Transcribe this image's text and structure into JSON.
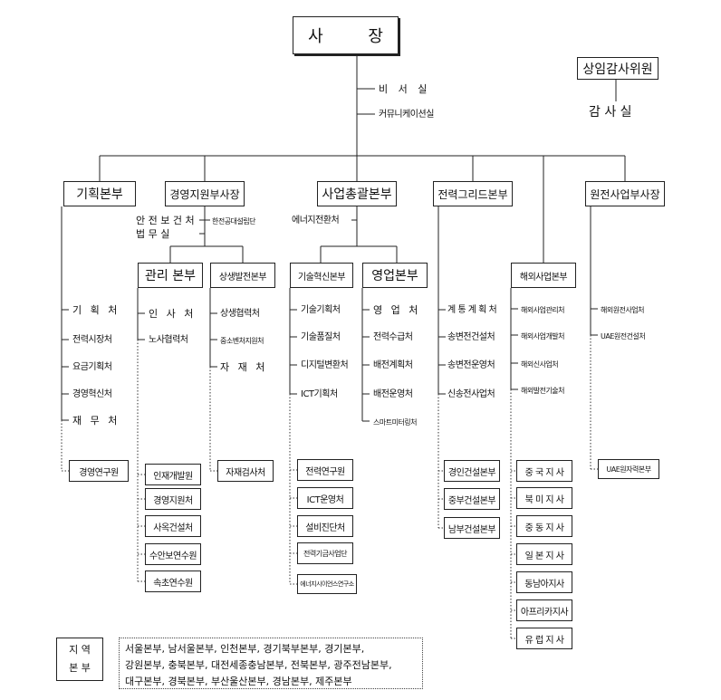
{
  "top": {
    "ceo": "사  장",
    "audit_committee": "상임감사위원",
    "audit_office": "감 사 실"
  },
  "staff": {
    "secretary": "비 서 실",
    "communication": "커뮤니케이션실"
  },
  "divisions": [
    "기획본부",
    "경영지원부사장",
    "사업총괄본부",
    "전력그리드본부",
    "원전사업부사장"
  ],
  "planning": {
    "depts": [
      "기 획 처",
      "전력시장처",
      "요금기획처",
      "경영혁신처",
      "재 무 처"
    ],
    "institute": "경영연구원"
  },
  "management": {
    "direct": [
      "안 전 보 건 처",
      "법   무   실"
    ],
    "direct_side": "한전공대설립단",
    "admin": {
      "title": "관리 본부",
      "depts": [
        "인 사 처",
        "노사협력처"
      ],
      "units": [
        "인재개발원",
        "경영지원처",
        "사옥건설처",
        "수안보연수원",
        "속초연수원"
      ]
    },
    "coexist": {
      "title": "상생발전본부",
      "depts": [
        "상생협력처",
        "중소벤처지원처",
        "자 재 처"
      ],
      "units": [
        "자재검사처"
      ]
    }
  },
  "business": {
    "direct": "에너지전환처",
    "tech": {
      "title": "기술혁신본부",
      "depts": [
        "기술기획처",
        "기술품질처",
        "디지털변환처",
        "ICT기획처"
      ],
      "units": [
        "전력연구원",
        "ICT운영처",
        "설비진단처",
        "전력기금사업단",
        "에너지시이언스연구소"
      ]
    },
    "sales": {
      "title": "영업본부",
      "depts": [
        "영 업 처",
        "전력수급처",
        "배전계획처",
        "배전운영처",
        "스마트미터링처"
      ]
    }
  },
  "grid": {
    "depts": [
      "계 통 계 획 처",
      "송변전건설처",
      "송변전운영처",
      "신송전사업처"
    ],
    "units": [
      "경인건설본부",
      "중부건설본부",
      "남부건설본부"
    ]
  },
  "nuclear": {
    "overseas": {
      "title": "해외사업본부",
      "depts": [
        "해외사업관리처",
        "해외사업개발처",
        "해외신사업처",
        "해외발전기술처"
      ],
      "branches": [
        "중 국 지 사",
        "북 미 지 사",
        "중 동 지 사",
        "일 본 지 사",
        "동남아지사",
        "아프리카지사",
        "유 럽 지 사"
      ]
    },
    "depts": [
      "해외원전사업처",
      "UAE원전건설처"
    ],
    "unit": "UAE원자력본부"
  },
  "regional": {
    "label_top": "지    역",
    "label_bottom": "본    부",
    "lines": [
      "서울본부, 남서울본부, 인천본부, 경기북부본부, 경기본부,",
      "강원본부, 충북본부, 대전세종충남본부, 전북본부, 광주전남본부,",
      "대구본부, 경북본부, 부산울산본부, 경남본부, 제주본부"
    ]
  }
}
